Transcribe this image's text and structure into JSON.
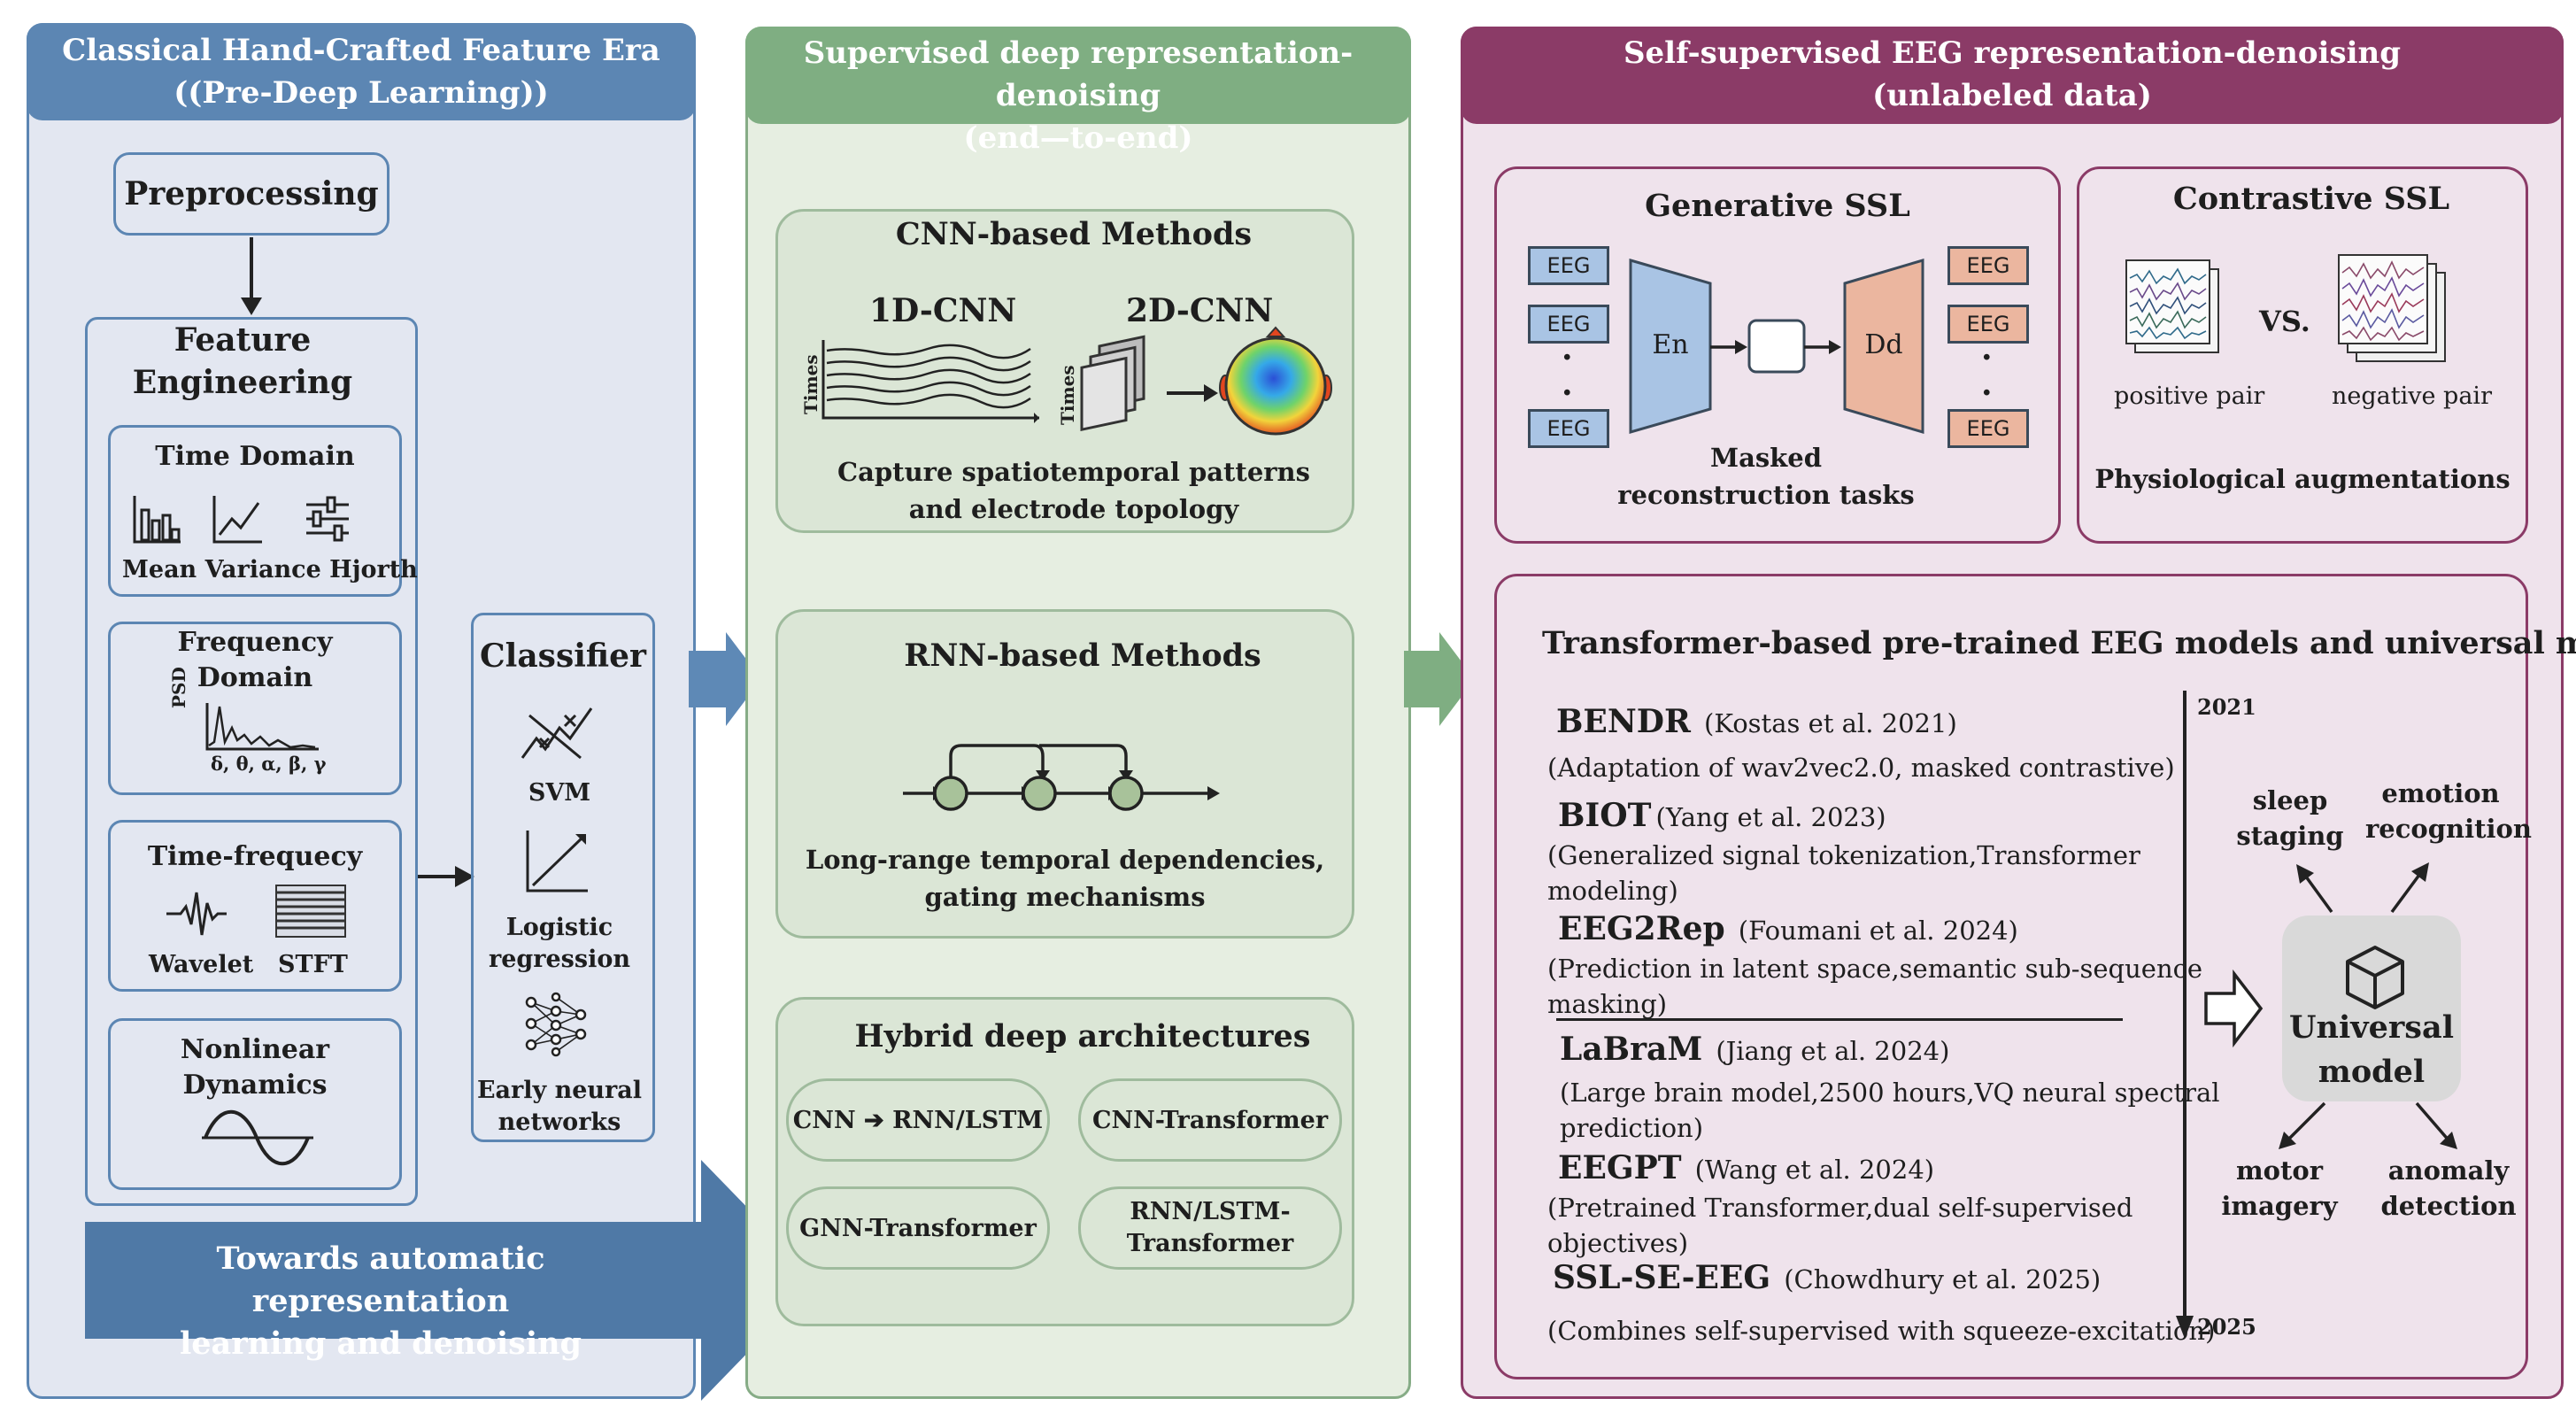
{
  "colors": {
    "panel1_fill": "#e3e7f1",
    "panel1_border": "#5c86b3",
    "panel1_header": "#5c86b3",
    "panel2_fill": "#e6eee1",
    "panel2_border": "#86ac86",
    "panel2_header": "#7fae82",
    "panel3_fill": "#efe3ec",
    "panel3_border": "#8b3b67",
    "panel3_header": "#8b3b67",
    "encoder": "#a9c4e4",
    "decoder": "#ebb69f",
    "inner_box": "#dbe6d6"
  },
  "panel1": {
    "title": [
      "Classical Hand-Crafted Feature Era",
      "((Pre-Deep Learning))"
    ],
    "preprocessing": "Preprocessing",
    "feature_engineering": [
      "Feature",
      "Engineering"
    ],
    "time_domain": {
      "title": "Time Domain",
      "labels": "Mean Variance Hjorth"
    },
    "frequency_domain": {
      "title": [
        "Frequency",
        "Domain"
      ],
      "axis_y": "PSD",
      "bands": "δ, θ, α, β, γ"
    },
    "time_frequency": {
      "title": "Time-frequecy",
      "wavelet": "Wavelet",
      "stft": "STFT"
    },
    "nonlinear": {
      "title": [
        "Nonlinear",
        "Dynamics"
      ]
    },
    "classifier": {
      "title": "Classifier",
      "svm": "SVM",
      "logistic": [
        "Logistic",
        "regression"
      ],
      "early": [
        "Early neural",
        "networks"
      ]
    },
    "banner": [
      "Towards automatic representation",
      "learning and  denoising"
    ]
  },
  "panel2": {
    "title": [
      "Supervised deep representation-denoising",
      "(end—to-end)"
    ],
    "cnn": {
      "title": "CNN-based Methods",
      "label_1d": "1D-CNN",
      "label_2d": "2D-CNN",
      "axis": "Times",
      "caption": [
        "Capture spatiotemporal patterns",
        "and electrode topology"
      ]
    },
    "rnn": {
      "title": "RNN-based Methods",
      "caption": [
        "Long-range temporal dependencies,",
        "gating mechanisms"
      ]
    },
    "hybrid": {
      "title": "Hybrid deep architectures",
      "items": [
        "CNN ➔ RNN/LSTM",
        "CNN-Transformer",
        "GNN-Transformer",
        "RNN/LSTM-\nTransformer"
      ]
    }
  },
  "panel3": {
    "title": [
      "Self-supervised EEG representation-denoising",
      "(unlabeled data)"
    ],
    "generative": {
      "title": "Generative SSL",
      "eeg": "EEG",
      "encoder": "En",
      "decoder": "Dd",
      "caption": [
        "Masked",
        "reconstruction tasks"
      ]
    },
    "contrastive": {
      "title": "Contrastive SSL",
      "vs": "VS.",
      "positive": "positive pair",
      "negative": "negative pair",
      "caption": "Physiological augmentations"
    },
    "transformer": {
      "title": "Transformer-based pre-trained EEG models and universal models",
      "models": [
        {
          "name": "BENDR",
          "cite": "(Kostas et al. 2021)",
          "desc": [
            "(Adaptation of wav2vec2.0, masked contrastive)"
          ]
        },
        {
          "name": "BIOT",
          "cite": "(Yang et al. 2023)",
          "desc": [
            "(Generalized signal tokenization,Transformer",
            "modeling)"
          ]
        },
        {
          "name": "EEG2Rep",
          "cite": "(Foumani et al. 2024)",
          "desc": [
            "(Prediction in latent space,semantic sub-sequence",
            "masking)"
          ]
        },
        {
          "name": "LaBraM",
          "cite": "(Jiang et al. 2024)",
          "desc": [
            "(Large brain model,2500 hours,VQ neural spectral",
            "prediction)"
          ]
        },
        {
          "name": "EEGPT",
          "cite": "(Wang et al. 2024)",
          "desc": [
            "(Pretrained Transformer,dual self-supervised",
            "objectives)"
          ]
        },
        {
          "name": "SSL-SE-EEG",
          "cite": "(Chowdhury et al. 2025)",
          "desc": [
            "(Combines self-supervised with squeeze-excitation)"
          ]
        }
      ],
      "year_start": "2021",
      "year_end": "2025",
      "universal": [
        "Universal",
        "model"
      ],
      "tasks": {
        "sleep": [
          "sleep",
          "staging"
        ],
        "emotion": [
          "emotion",
          "recognition"
        ],
        "motor": [
          "motor",
          "imagery"
        ],
        "anomaly": [
          "anomaly",
          "detection"
        ]
      }
    }
  }
}
